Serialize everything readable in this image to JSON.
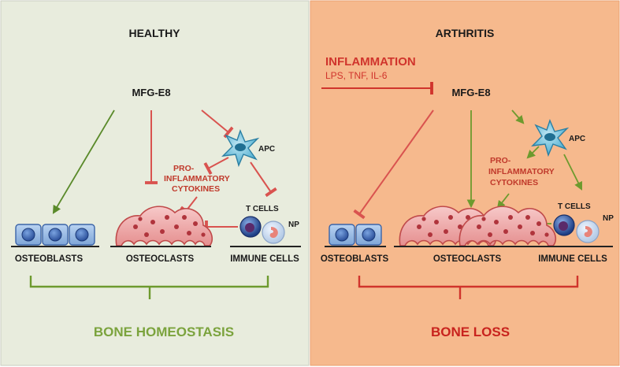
{
  "colors": {
    "healthy_bg": "#e8ecdd",
    "arthritis_bg": "#f6b98d",
    "inhibit": "#d9534f",
    "activate": "#5a8a2a",
    "outcome_healthy": "#7ba33d",
    "outcome_arthritis": "#c8231e"
  },
  "healthy": {
    "title": "HEALTHY",
    "mfg": "MFG-E8",
    "apc": "APC",
    "cytokines": [
      "PRO-",
      "INFLAMMATORY",
      "CYTOKINES"
    ],
    "tcells": "T CELLS",
    "np": "NP",
    "osteoblasts": "OSTEOBLASTS",
    "osteoclasts": "OSTEOCLASTS",
    "immune": "IMMUNE CELLS",
    "outcome": "BONE HOMEOSTASIS"
  },
  "arthritis": {
    "title": "ARTHRITIS",
    "inflammation": "INFLAMMATION",
    "inflammation_sub": "LPS, TNF, IL-6",
    "mfg": "MFG-E8",
    "apc": "APC",
    "cytokines": [
      "PRO-",
      "INFLAMMATORY",
      "CYTOKINES"
    ],
    "tcells": "T CELLS",
    "np": "NP",
    "osteoblasts": "OSTEOBLASTS",
    "osteoclasts": "OSTEOCLASTS",
    "immune": "IMMUNE CELLS",
    "outcome": "BONE LOSS"
  }
}
